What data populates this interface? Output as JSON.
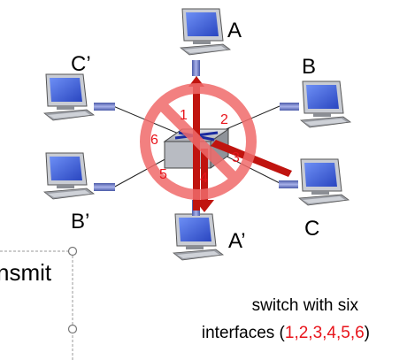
{
  "hosts": [
    {
      "id": "A",
      "label": "A"
    },
    {
      "id": "B",
      "label": "B"
    },
    {
      "id": "C",
      "label": "C"
    },
    {
      "id": "A-prime",
      "label": "A’"
    },
    {
      "id": "B-prime",
      "label": "B’"
    },
    {
      "id": "C-prime",
      "label": "C’"
    }
  ],
  "interfaces": [
    "1",
    "2",
    "3",
    "4",
    "5",
    "6"
  ],
  "caption": {
    "line1": "switch with six",
    "line2_prefix": "interfaces (",
    "line2_values": "1,2,3,4,5,6",
    "line2_suffix": ")"
  },
  "partial_text": "nsmit",
  "colors": {
    "prohibition": "#f08080",
    "arrows": "#c0140f",
    "interface_labels": "#e8141b",
    "switch_body": "#b0b6c0",
    "switch_arrows": "#1a2aa0",
    "host_screen": "#3a58d6",
    "connectors": "#6b78c8"
  },
  "icons": {
    "switch": "switch-icon",
    "host": "computer-icon",
    "prohibition": "no-symbol-icon"
  }
}
